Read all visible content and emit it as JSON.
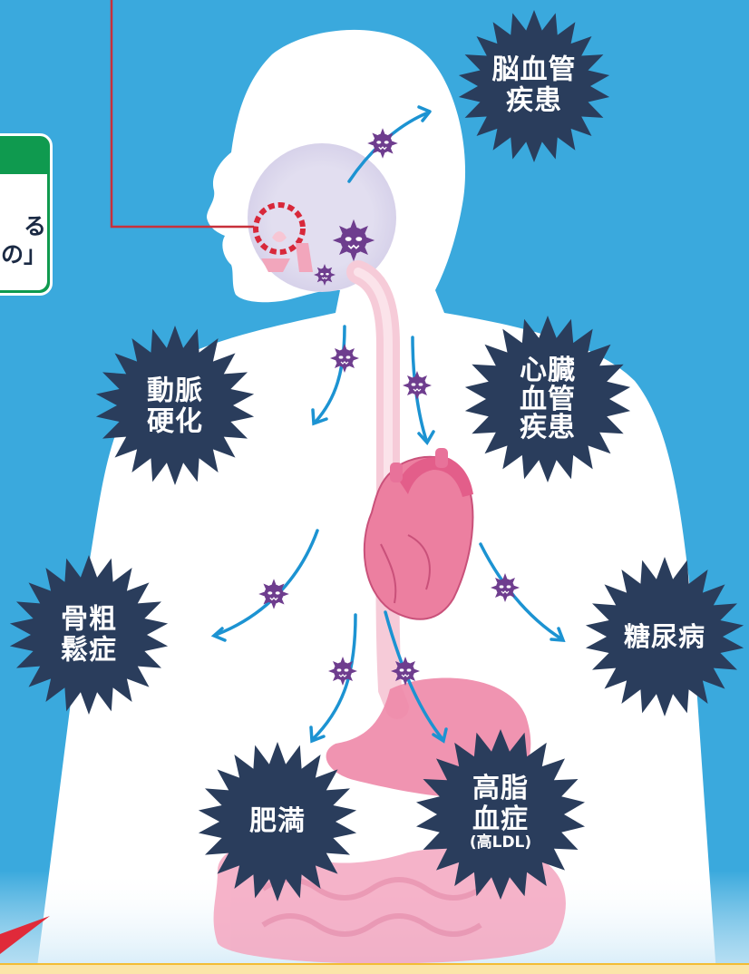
{
  "colors": {
    "background": "#3aa9dd",
    "body": "#ffffff",
    "burst": "#2a3d5c",
    "organ": "#ec7fa0",
    "arrow": "#1c93d2",
    "germ": "#6e3d8e",
    "callout": "#0f9a4f",
    "leader_line": "#c8303b"
  },
  "callout": {
    "text": "る\nの」"
  },
  "diseases": {
    "cerebrovascular": {
      "line1": "脳血管",
      "line2": "疾患"
    },
    "arteriosclerosis": {
      "line1": "動脈",
      "line2": "硬化"
    },
    "cardiovascular": {
      "line1": "心臓",
      "line2": "血管",
      "line3": "疾患"
    },
    "osteoporosis": {
      "line1": "骨粗",
      "line2": "鬆症"
    },
    "diabetes": {
      "line1": "糖尿病"
    },
    "obesity": {
      "line1": "肥満"
    },
    "hyperlipidemia": {
      "line1": "高脂",
      "line2": "血症",
      "note": "(高LDL)"
    }
  },
  "icons": {
    "germ": "bacteria-germ-icon",
    "heart": "heart-icon",
    "stomach": "stomach-icon",
    "intestine": "intestine-icon",
    "mouth": "mouth-gum-icon"
  }
}
